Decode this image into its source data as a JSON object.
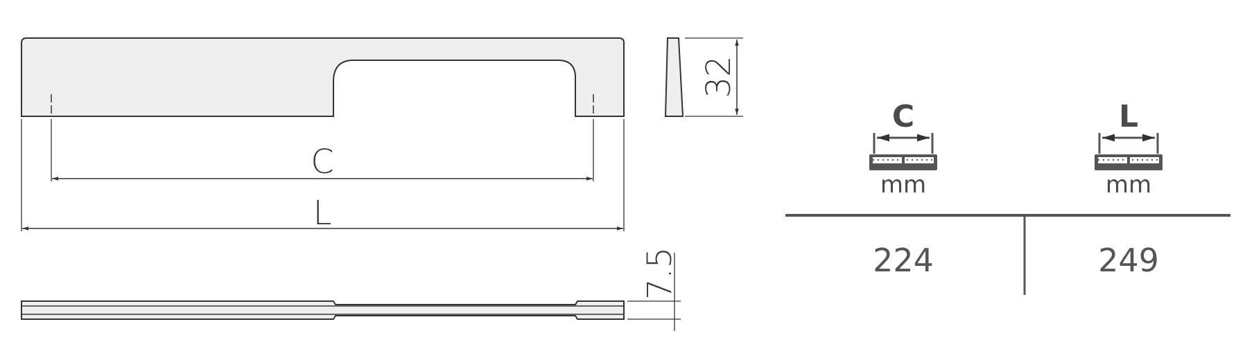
{
  "drawing": {
    "label_c": "C",
    "label_l": "L",
    "height_dim": "32",
    "depth_dim": "7.5"
  },
  "table": {
    "columns": [
      {
        "header": "C",
        "unit": "mm",
        "value": "224"
      },
      {
        "header": "L",
        "unit": "mm",
        "value": "249"
      }
    ]
  },
  "colors": {
    "line": "#333333",
    "fill": "#eeeeee",
    "table": "#555555"
  }
}
